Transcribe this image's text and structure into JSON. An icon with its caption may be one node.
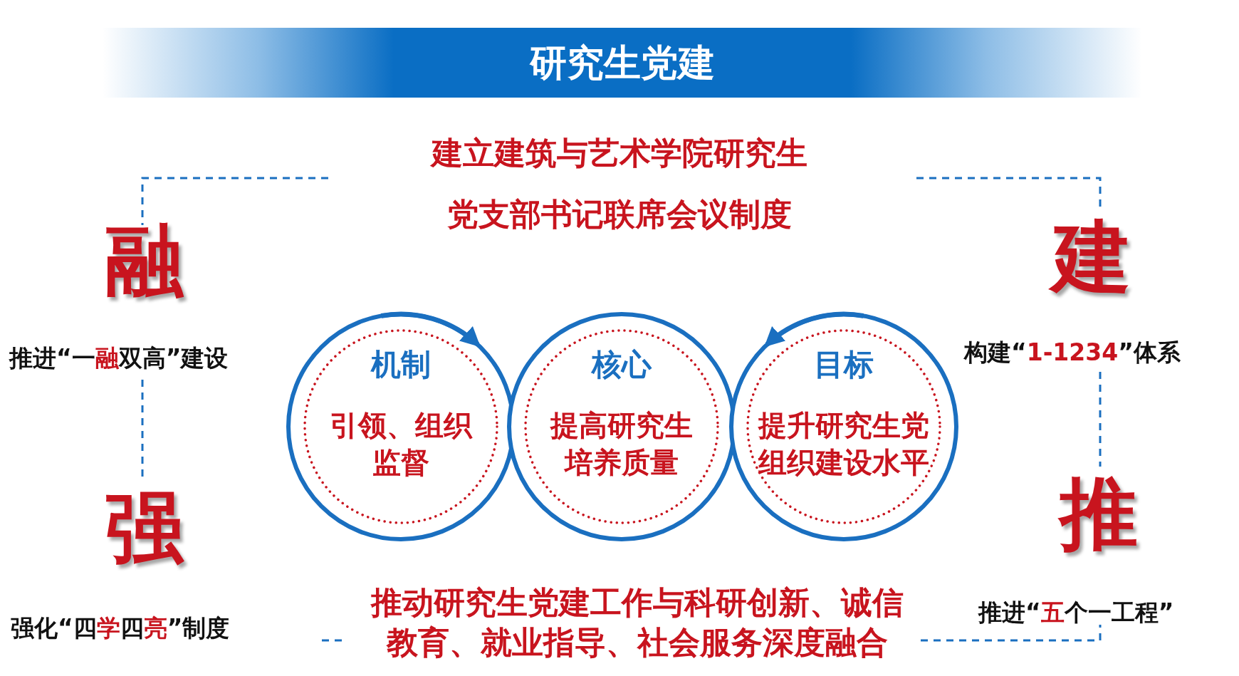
{
  "diagram": {
    "nodes": [
      {
        "text": [
          "研究生党建"
        ]
      },
      {
        "text": [
          "机制",
          "引领、组织监督"
        ]
      },
      {
        "text": [
          "核心",
          "提高研究生培养质量"
        ]
      },
      {
        "text": [
          "目标",
          "提升研究生党组织建设水平"
        ]
      }
    ],
    "labels": [
      "建立建筑与艺术学院研究生党支部书记联席会议制度",
      "融",
      "建",
      "推进“一**融**双高”建设",
      "构建“**1-1234**”体系",
      "强",
      "推",
      "推动研究生党建工作与科研创新、诚信教育、就业指导、社会服务深度融合",
      "强化“四**学**四**亮**”制度",
      "推进“**五**个一工程”"
    ]
  }
}
